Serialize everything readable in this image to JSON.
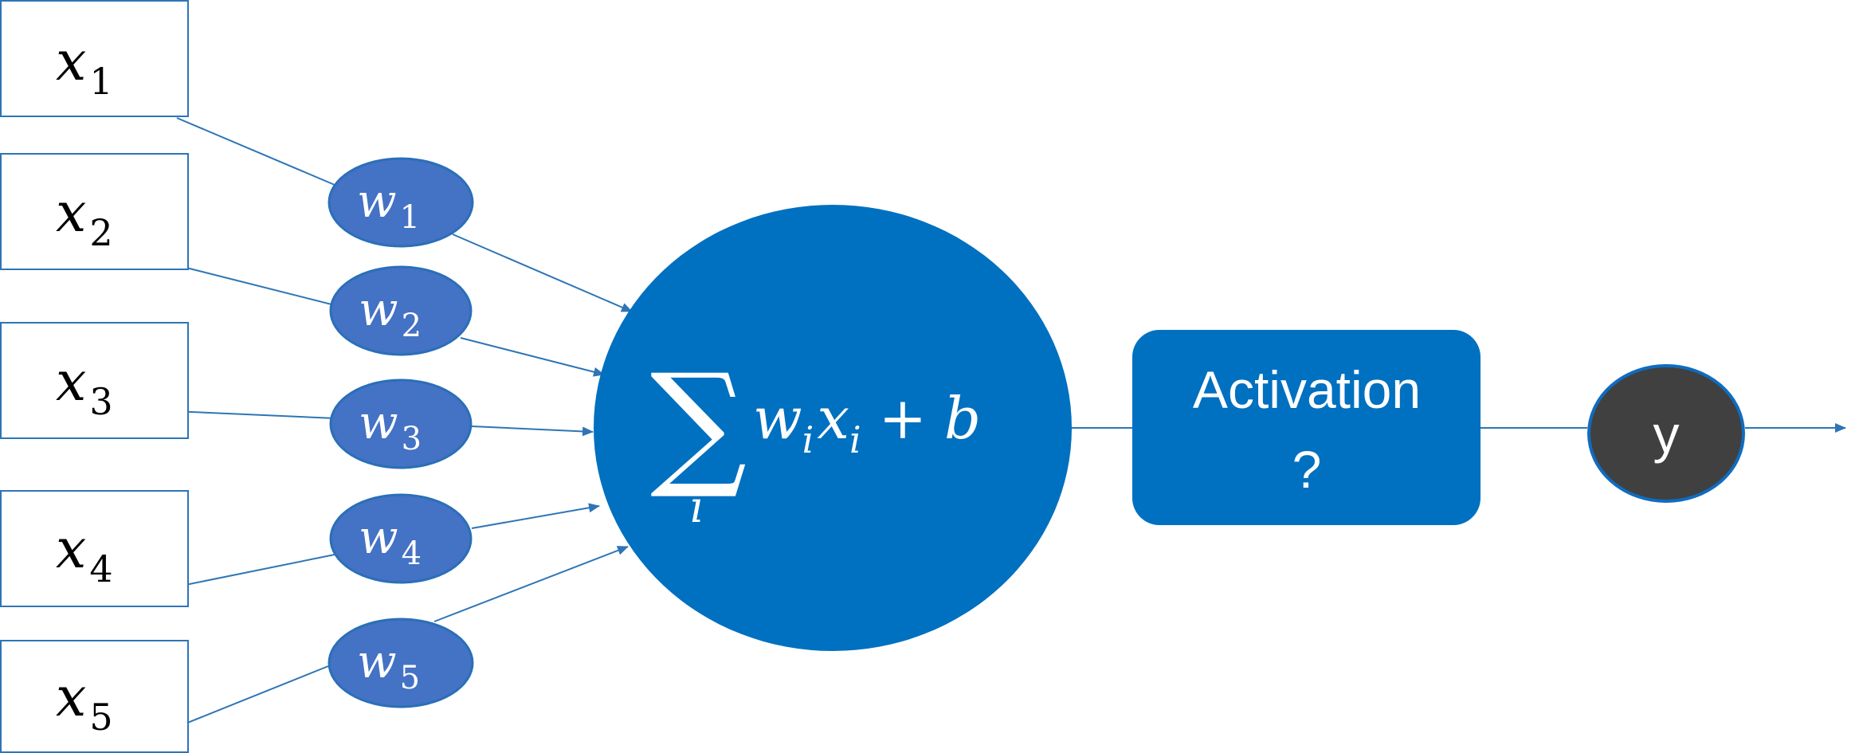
{
  "colors": {
    "neuron": "#0070c0",
    "weight": "#4472c4",
    "weight_border": "#2a6fb8",
    "output": "#404040",
    "output_border": "#0f6cc0",
    "line": "#2e75b6",
    "box_border": "#2e75b6",
    "text_light": "#ffffff",
    "text_dark": "#000000"
  },
  "inputs": [
    {
      "symbol": "x",
      "index": "1"
    },
    {
      "symbol": "x",
      "index": "2"
    },
    {
      "symbol": "x",
      "index": "3"
    },
    {
      "symbol": "x",
      "index": "4"
    },
    {
      "symbol": "x",
      "index": "5"
    }
  ],
  "weights": [
    {
      "symbol": "w",
      "index": "1"
    },
    {
      "symbol": "w",
      "index": "2"
    },
    {
      "symbol": "w",
      "index": "3"
    },
    {
      "symbol": "w",
      "index": "4"
    },
    {
      "symbol": "w",
      "index": "5"
    }
  ],
  "neuron": {
    "sum_symbol": "∑",
    "sum_index": "i",
    "w": "w",
    "w_sub": "i",
    "x": "x",
    "x_sub": "i",
    "plus": "+",
    "bias": "b"
  },
  "activation": {
    "label": "Activation",
    "question": "?"
  },
  "output": {
    "label": "y"
  }
}
